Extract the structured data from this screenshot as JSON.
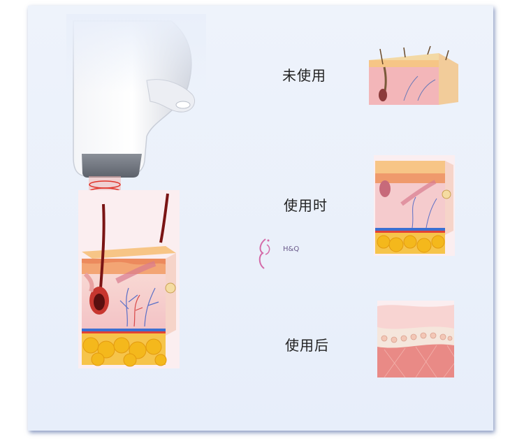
{
  "stages": [
    {
      "label": "未使用"
    },
    {
      "label": "使用时"
    },
    {
      "label": "使用后"
    }
  ],
  "logo": {
    "brand": "H&Q"
  },
  "colors": {
    "background": "#e9effa",
    "frame_shadow": "#3a5fb0",
    "laser": "#e0342a",
    "fat": "#f4b81c",
    "skin": "#f7c9c4"
  }
}
